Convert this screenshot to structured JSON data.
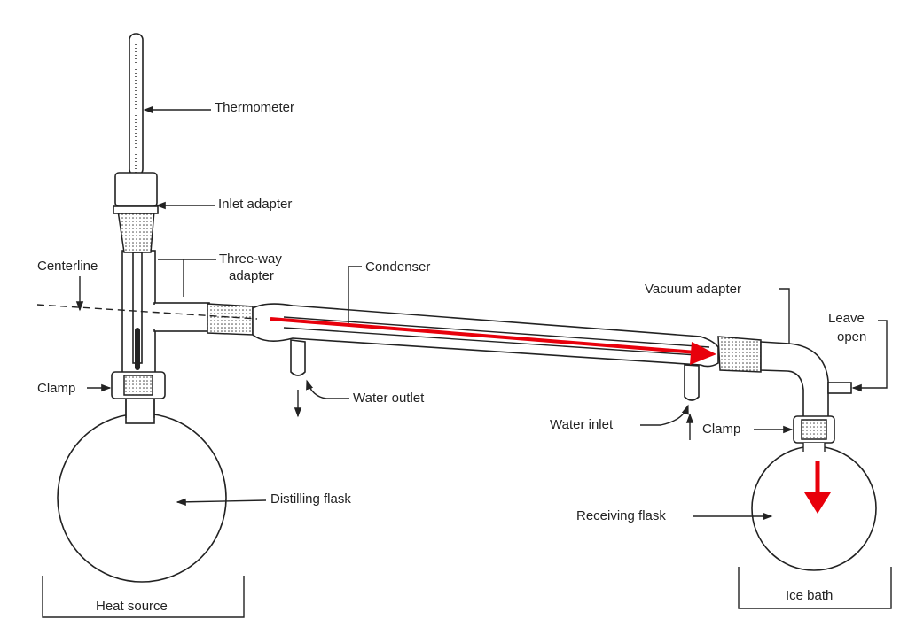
{
  "labels": {
    "thermometer": "Thermometer",
    "inlet_adapter": "Inlet adapter",
    "centerline": "Centerline",
    "three_way_1": "Three-way",
    "three_way_2": "adapter",
    "condenser": "Condenser",
    "vacuum_adapter": "Vacuum adapter",
    "leave_open_1": "Leave",
    "leave_open_2": "open",
    "clamp_left": "Clamp",
    "water_outlet": "Water outlet",
    "water_inlet": "Water inlet",
    "clamp_right": "Clamp",
    "distilling_flask": "Distilling flask",
    "receiving_flask": "Receiving flask",
    "heat_source": "Heat source",
    "ice_bath": "Ice bath"
  },
  "colors": {
    "flow_arrow": "#e8000b",
    "ink": "#222222"
  }
}
